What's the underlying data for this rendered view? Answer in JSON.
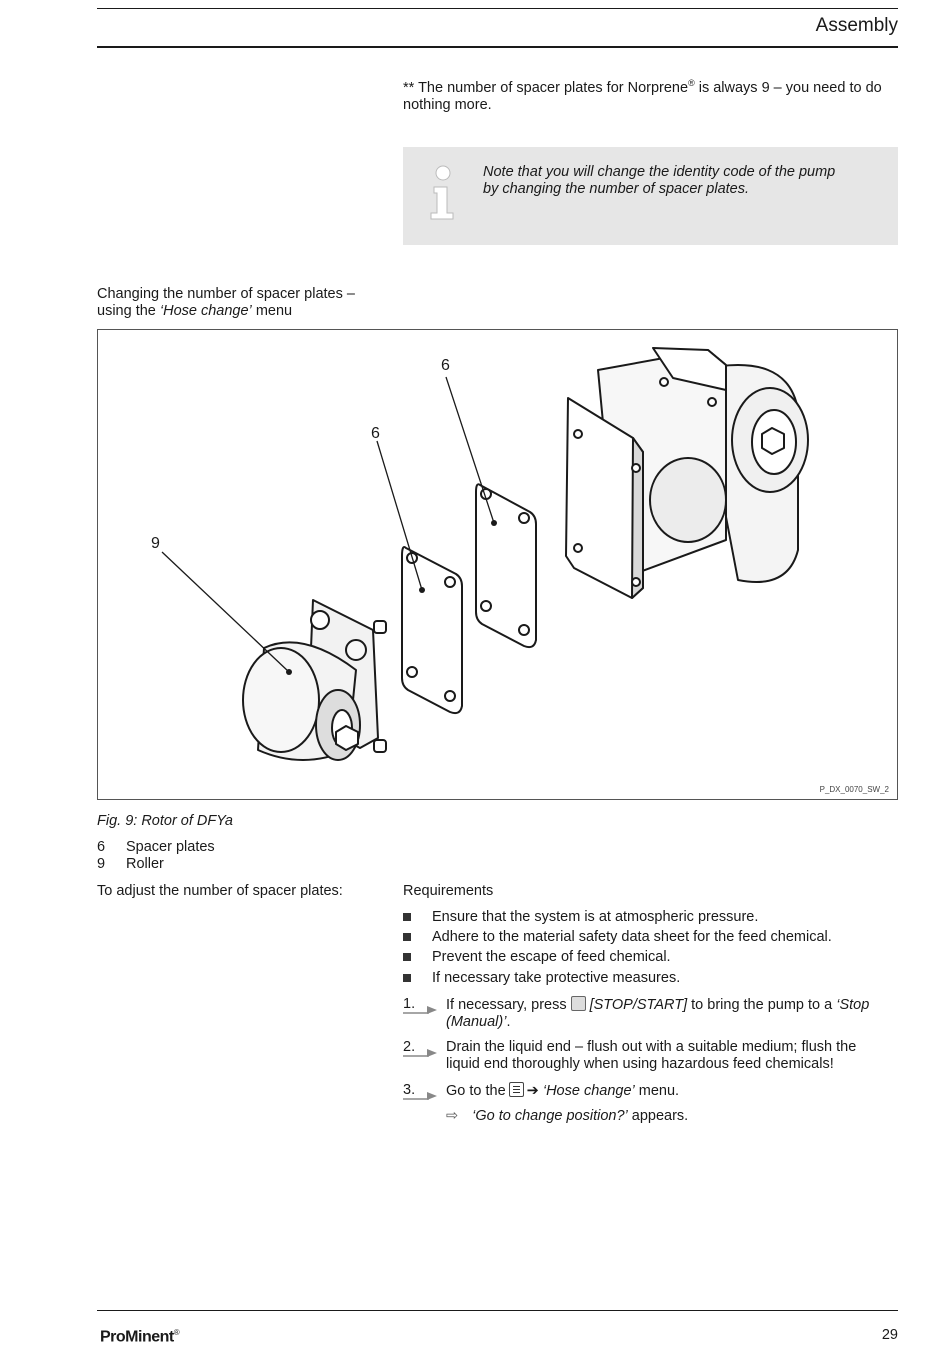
{
  "header": {
    "section_title": "Assembly"
  },
  "footnote": {
    "marker": "**",
    "text_a": " The number of spacer plates for Norprene",
    "reg": "®",
    "text_b": " is always 9 – you need to do",
    "text_c": "nothing more."
  },
  "note": {
    "icon": "info-icon",
    "line1": "Note that you will change the identity code of the pump",
    "line2": "by changing the number of spacer plates."
  },
  "subheading": {
    "line1": "Changing the number of spacer plates –",
    "line2_prefix": "using the ",
    "line2_menu": "‘Hose change’",
    "line2_suffix": " menu"
  },
  "figure": {
    "callouts": {
      "top_six": "6",
      "mid_six": "6",
      "nine": "9"
    },
    "image_id": "P_DX_0070_SW_2",
    "caption": "Fig. 9: Rotor of DFYa",
    "legend": [
      {
        "num": "6",
        "label": "Spacer plates"
      },
      {
        "num": "9",
        "label": "Roller"
      }
    ]
  },
  "procedure": {
    "heading": "To adjust the number of spacer plates:",
    "requirements_label": "Requirements",
    "requirements": [
      "Ensure that the system is at atmospheric pressure.",
      "Adhere to the material safety data sheet for the feed chemical.",
      "Prevent the escape of feed chemical.",
      "If necessary take protective measures."
    ],
    "steps": [
      {
        "num": "1.",
        "pre": "If necessary, press",
        "key": "[STOP/START]",
        "mid": " to bring the pump to a ",
        "state1": "‘Stop",
        "state2": "(Manual)’",
        "end": "."
      },
      {
        "num": "2.",
        "line1": "Drain the liquid end – flush out with a suitable medium; flush the",
        "line2": "liquid end thoroughly when using hazardous feed chemicals!"
      },
      {
        "num": "3.",
        "pre": "Go to the",
        "arrow": "➔",
        "menu": "‘Hose change’",
        "post": " menu."
      }
    ],
    "result": {
      "symbol": "⇨",
      "text_it": "‘Go to change position?’",
      "text": " appears."
    }
  },
  "footer": {
    "brand_a": "Pro",
    "brand_b": "Minent",
    "brand_reg": "®",
    "page_number": "29"
  }
}
